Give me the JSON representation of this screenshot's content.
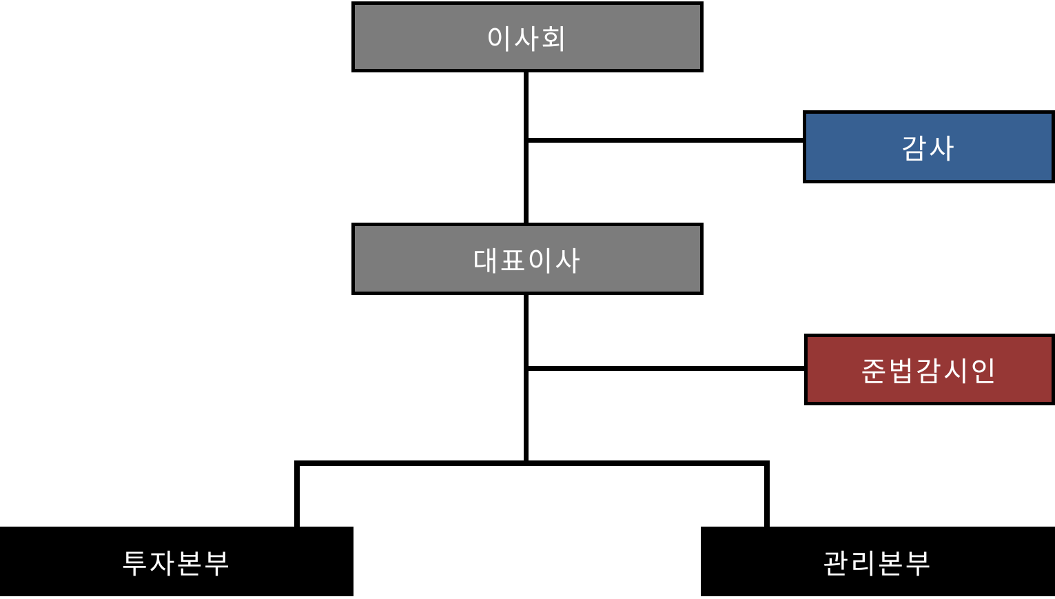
{
  "chart_data": {
    "type": "org-chart",
    "title": "",
    "connector_color": "#000000",
    "background_color": "#FFFFFF",
    "edges": [
      {
        "from": "board",
        "to": "ceo",
        "style": "vertical"
      },
      {
        "from": "board_ceo_connector",
        "to": "auditor",
        "style": "side-branch-right"
      },
      {
        "from": "ceo",
        "to": "investment_division",
        "style": "elbow"
      },
      {
        "from": "ceo_down_connector",
        "to": "compliance",
        "style": "side-branch-right"
      },
      {
        "from": "ceo",
        "to": "management_division",
        "style": "elbow"
      }
    ]
  },
  "nodes": {
    "board": {
      "label": "이사회",
      "fill": "#7C7C7C",
      "text_color": "#FFFFFF",
      "border_color": "#000000"
    },
    "auditor": {
      "label": "감사",
      "fill": "#376092",
      "text_color": "#FFFFFF",
      "border_color": "#000000"
    },
    "ceo": {
      "label": "대표이사",
      "fill": "#7C7C7C",
      "text_color": "#FFFFFF",
      "border_color": "#000000"
    },
    "compliance": {
      "label": "준법감시인",
      "fill": "#963735",
      "text_color": "#FFFFFF",
      "border_color": "#000000"
    },
    "investment_division": {
      "label": "투자본부",
      "fill": "#000000",
      "text_color": "#FFFFFF",
      "border_color": "#000000"
    },
    "management_division": {
      "label": "관리본부",
      "fill": "#000000",
      "text_color": "#FFFFFF",
      "border_color": "#000000"
    }
  }
}
